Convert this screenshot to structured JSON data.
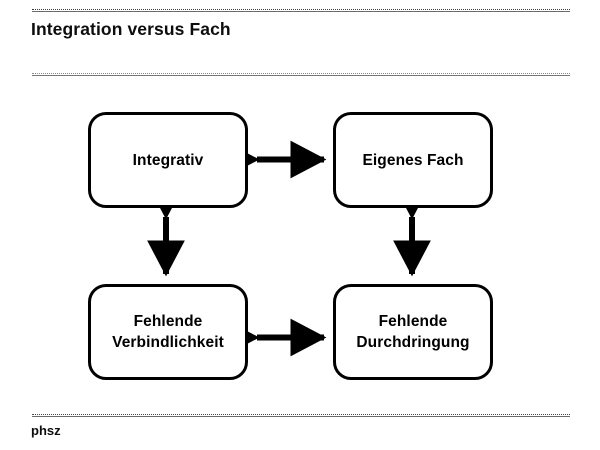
{
  "slide": {
    "title": "Integration versus Fach",
    "footer": "phsz",
    "background_color": "#ffffff",
    "line_color": "#000000",
    "text_color": "#000000",
    "rule_color": "#6b6b6b"
  },
  "diagram": {
    "type": "node-link",
    "nodes": [
      {
        "id": "integrativ",
        "label": "Integrativ"
      },
      {
        "id": "eigenes-fach",
        "label": "Eigenes Fach"
      },
      {
        "id": "verbindlichkeit",
        "label": "Fehlende\nVerbindlichkeit"
      },
      {
        "id": "durchdringung",
        "label": "Fehlende\nDurchdringung"
      }
    ],
    "connectors": [
      {
        "id": "top-horizontal",
        "from": "integrativ",
        "to": "eigenes-fach",
        "style": "double-arrow",
        "orientation": "horizontal"
      },
      {
        "id": "left-vertical",
        "from": "integrativ",
        "to": "verbindlichkeit",
        "style": "double-arrow",
        "orientation": "vertical"
      },
      {
        "id": "right-vertical",
        "from": "eigenes-fach",
        "to": "durchdringung",
        "style": "double-arrow",
        "orientation": "vertical"
      },
      {
        "id": "bottom-horizontal",
        "from": "verbindlichkeit",
        "to": "durchdringung",
        "style": "double-arrow",
        "orientation": "horizontal"
      }
    ]
  }
}
